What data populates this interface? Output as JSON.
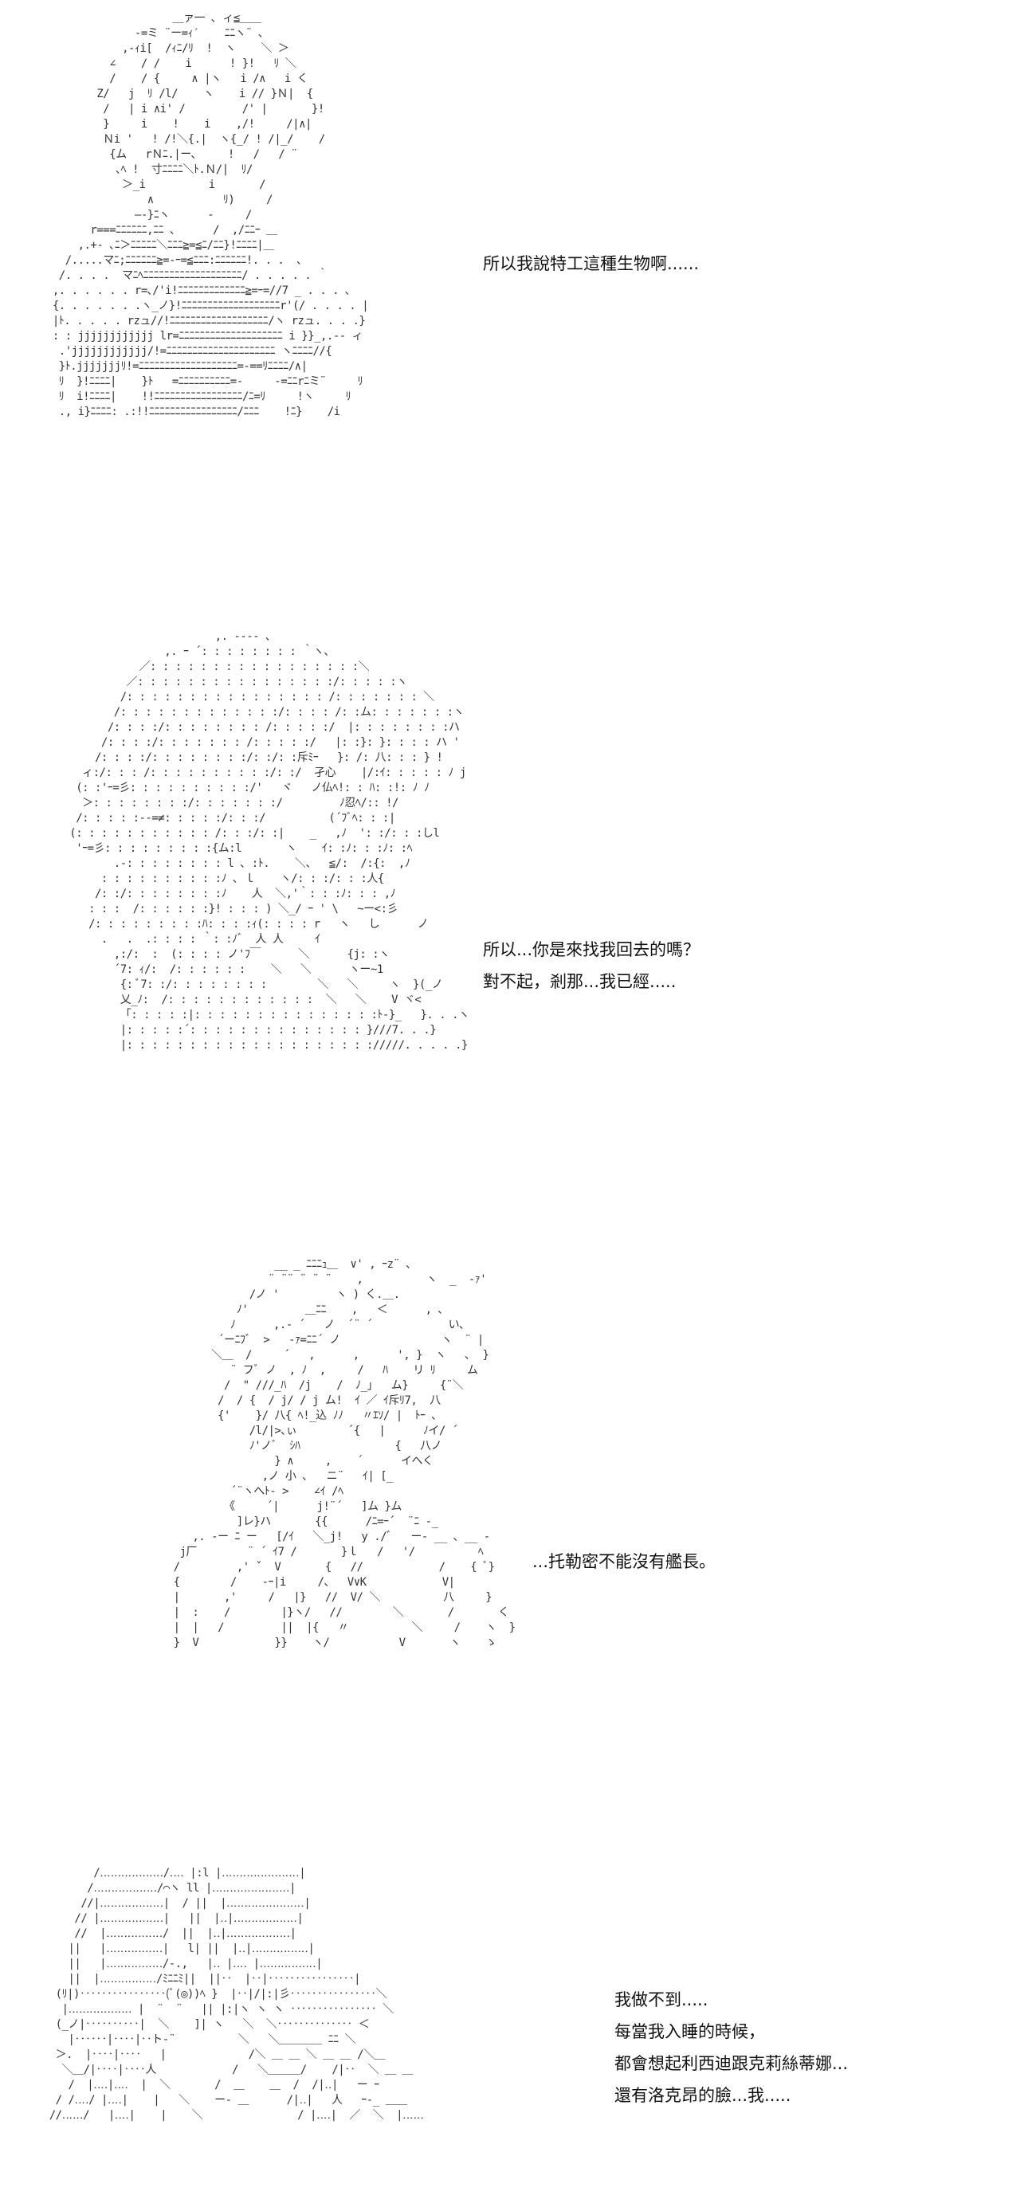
{
  "panels": [
    {
      "id": "panel-1",
      "lines": [
        "所以我說特工這種生物啊......"
      ],
      "art": "                     ＿ァ一 ､ ィ≦＿＿\n               -=ミ ¨ー=ｨ′    ﾆﾆヽ¨ ､\n             ,-ｨi[  /ｨﾆ/ﾘ  !  ヽ    ＼ ＞\n           ∠    / /    i      ! }!   ﾘ ＼\n           /    / {     ∧ |ヽ   i /∧   i く\n         Z/   j  ﾘ /l/    ヽ    i // }Ｎ|  {\n          /   | i ∧i' /         /' |       }!\n          }     i    !    i    ,/!     /|∧|\n          Ｎi '   ! /!＼{.|  ヽ{_/ ! /|_/    /\n           {ム   rＮﾆ.|ー､     !   /   / ¨\n            ､ﾍ !  寸ﾆﾆﾆﾆ＼ﾄ.Ｎ/|  ﾘ/\n             ＞_i          i       /\n                 ∧           ﾘ)     /\n               ―‐}ﾆヽ      -     /\n        r===ﾆﾆﾆﾆﾆﾆ,ﾆﾆ ､      /  ,/ﾆﾆｰ ＿\n      ,.+‐ ､ﾆ＞ﾆﾆﾆﾆﾆ＼ﾆﾆﾆ≧=≦ﾆ/ﾆﾆ}!ﾆﾆﾆﾆ|＿\n    /.....マﾆ;ﾆﾆﾆﾆﾆﾆ≧=-ｰ=≦ﾆﾆﾆ:ﾆﾆﾆﾆﾆﾆ!. . .  ､\n   /. . . .  マﾆﾍﾆﾆﾆﾆﾆﾆﾆﾆﾆﾆﾆﾆﾆﾆﾆﾆﾆﾆﾆ/ . . . . . ｀\n  ,. . . . . . r=､/'i!ﾆﾆﾆﾆﾆﾆﾆﾆﾆﾆﾆﾆﾆ≧=ｰ=//7 _ . . . ､\n  {. . . . . . .ヽ_ノ}!ﾆﾆﾆﾆﾆﾆﾆﾆﾆﾆﾆﾆﾆﾆﾆﾆﾆﾆﾆr'(/ . . . . |\n  |ﾄ. . . . . rzュ//!ﾆﾆﾆﾆﾆﾆﾆﾆﾆﾆﾆﾆﾆﾆﾆﾆﾆﾆﾆ/ヽ rzュ. . . .}\n  : : jjjjjjjjjjjj lr=ﾆﾆﾆﾆﾆﾆﾆﾆﾆﾆﾆﾆﾆﾆﾆﾆﾆﾆﾆﾆ i }}_,.-- ィ\n   .'jjjjjjjjjjjj/!=ﾆﾆﾆﾆﾆﾆﾆﾆﾆﾆﾆﾆﾆﾆﾆﾆﾆﾆﾆﾆﾆ ヽﾆﾆﾆﾆ//{\n   }ﾄ.jjjjjjjﾘ!=ﾆﾆﾆﾆﾆﾆﾆﾆﾆﾆﾆﾆﾆﾆﾆﾆﾆﾆﾆ=-==ﾘﾆﾆﾆﾆ/∧|\n   ﾘ  }!ﾆﾆﾆﾆ|    }ﾄ   =ﾆﾆﾆﾆﾆﾆﾆﾆﾆﾆ=-     -=ﾆﾆrﾆミ¨     ﾘ\n   ﾘ  i!ﾆﾆﾆﾆ|    !!ﾆﾆﾆﾆﾆﾆﾆﾆﾆﾆﾆﾆﾆﾆﾆﾆﾆ/ﾆ=ﾘ     !ヽ     ﾘ\n   ., i}ﾆﾆﾆﾆ: .:!!ﾆﾆﾆﾆﾆﾆﾆﾆﾆﾆﾆﾆﾆﾆﾆﾆﾆ/ﾆﾆﾆ    !ﾆ}    /i"
    },
    {
      "id": "panel-2",
      "lines": [
        "所以...你是來找我回去的嗎？",
        "對不起，剎那...我已經....."
      ],
      "art": "                                 ,. -‐-‐ ､\n                         ,. ｰ ´: : : : : : : : ｀ヽ、\n                     ／: : : : : : : : : : : : : : : : :＼\n                   ／: : : : : : : : : : : : : : : :/: : : : :ヽ\n                  /: : : : : : : : : : : : : : : : /: : : : : : : ＼\n                 /: : : : : : : : : : : : :/: : : : /: :ム: : : : : : :ヽ\n                /: : : :/: : : : : : : : /: : : : :/  |: : : : : : : :ハ\n               /: : : :/: : : : : : : /: : : : :/   |: :}: }: : : : ハ '\n              /: : : :/: : : : : : : :/: :/: :斥ﾐｰ   }: /: 八: : : } !\n            ィ:/: : : /: : : : : : : : : :/: :/  孑心    |/:ｲ: : : : : ﾉ j\n           (: :'ｰ=彡: : : : : : : : : :/'   ヾ   ノ仏ﾍ!: : ﾊ: :!: ﾉ ﾉ\n            ＞: : : : : : : :/: : : : : : :/         ﾉ忍ﾍ/:: !/\n           /: : : : :-‐=≠: : : : :/: : :/          (´ﾌﾞﾍ: : :|\n          (: : : : : : : : : : : /: : :/: :|    _   ,ﾉ  ': :/: : :しl\n           'ｰ=彡: : : : : : : : :{ム:l       ヽ    ｲ: :ﾉ: : :ﾉ: :ﾍ\n                 .-: : : : : : : : l ､ :ﾄ.    ＼、  ≦/:  /:{:  ,ﾉ\n               : : : : : : : : : :ﾉ ､ ｌ    ヽ/: : :/: : :人{\n              /: :/: : : : : : : :ﾉ    人  ＼,'｀: : :ﾉ: : : ,ﾉ\n             : : :  /: : : : : :}! : : : ) ＼_/ ｰ ' \\   ~ー<:彡\n             /: : : : : : : : :ﾊ: : : :ｨ(: : : : r   ヽ   し      ノ\n               .   .  .: : : : ｀: :ﾉﾞ  人 人     ｲ\n                 ,:/:  :  (: : : : ノ'ﾌ￣      ＼      {j: :ヽ\n                 ´7: ｨ/:  /: : : : : :    ＼   ＼      ヽー~1\n                  {: ﾞ7: :/: : : : : : : :        ＼   ＼     ヽ  }(_ノ\n                  乂_ﾉ:  /: : : : : : : : : : : :  ＼   ＼    V ヾ<\n                  「: : : : :|: : : : : : : : : : : : : : :ﾄ-}_   }. . .ヽ\n                  |: : : : :´: : : : : : : : : : : : : : }///7. . .}\n                  |: : : : : : : : : : : : : : : : : : : ://///. . . . .}"
    },
    {
      "id": "panel-3",
      "lines": [
        "...托勒密不能沒有艦長。"
      ],
      "art": "                      __ _ ﾆﾆﾆｭ＿  ∨' , ｰz¨ ､\n                     ¨ ¨¨ ¨ ¨ ¨    ,          ヽ  _  -ｧ'\n                  /ノ '         ヽ ) く.＿.\n                ﾉ'         ＿ﾆﾆ    ,   ＜      , ､\n               ﾉ      ,.- ´   ノ  ´¨ ´            い､\n             ´ーﾆﾌﾞ  >   -ｧ=ﾆﾆ´ ノ                ヽ  ¨ |\n            ＼＿  /     ´   ,      ,      ', }  ヽ   ､  }\n               ¨ フﾞ ノ  , ﾉ  ,     /   ﾊ    リ ﾘ     ム\n              /  \" ///_ﾊ  /j    /  ﾉ_｣   ム}     {¨＼\n             /  / {  / j/ / j ム!  ｲ ／ ｲ斥ﾘ7,  八\n             {'    }/ 八{ ﾍ!_込 ﾉﾉ   〃ｴｿ/ |  ﾄｰ ､\n                  /l/|>､ぃ        ´{   |      ﾉイ/ ´\n                  ﾉ'ノﾞ  ｼﾊ               {   八ノ\n                      } ∧     ,    ´      イへく\n                    ,ノ 小 ､   ニ¨   ｲ| [_\n               ´¨ヽへﾄ- >    ∠ｲ /ﾍ\n              《     ´|      j!¨´   ]ム }ム\n                ]レ}ハ       {{      /ﾆ=ｰ´  ¨ﾆ -_\n         ,. -ー ﾆ ー   [/ｲ   ＼_j!   y ./ﾞ   ー‐ __ ､ __ -\n       j厂        ¨ ´ ｲ7 /       }ｌ   /   '/          ﾍ\n      /         ,' ˇ  V       {   //            /    { ﾞ}\n      {        /    -ｰ|i     /、  V∨K            V|\n      |       ,'     /   |}   //  V/ ＼          八     }\n      |  :    /        |}ヽ/   //        ＼       /       く\n      |  |   /         ||  |{   〃          ＼     /    ヽ  }\n      }  V            }}    ヽ/           V       ヽ    ゝ"
    },
    {
      "id": "panel-4",
      "lines": [
        "我做不到.....",
        "每當我入睡的時候，",
        "都會想起利西迪跟克莉絲蒂娜...",
        "還有洛克昂的臉...我....."
      ],
      "art": "           /‥‥‥‥‥‥‥‥‥/‥‥ |:l |‥‥‥‥‥‥‥‥‥‥‥|\n          /‥‥‥‥‥‥‥‥‥/⌒ヽ ll |‥‥‥‥‥‥‥‥‥‥‥|\n         //|‥‥‥‥‥‥‥‥‥|  / ||  |‥‥‥‥‥‥‥‥‥‥‥|\n        // |‥‥‥‥‥‥‥‥‥|   ||  |‥|‥‥‥‥‥‥‥‥‥|\n        //  |‥‥‥‥‥‥‥‥/  ||  |‥|‥‥‥‥‥‥‥‥‥|\n       ||   |‥‥‥‥‥‥‥‥|   l| ||  |‥|‥‥‥‥‥‥‥‥|\n       ||   |‥‥‥‥‥‥‥‥/-.,   |‥ |‥‥ |‥‥‥‥‥‥‥‥|\n       ||  |‥‥‥‥‥‥‥‥/ﾐﾆﾆﾐ||  ||‥  |‥|‥‥‥‥‥‥‥‥|\n     (ﾘ|)‥‥‥‥‥‥‥‥(ﾞ(◎))ﾍ }  |‥|/|:|彡‥‥‥‥‥‥‥‥＼\n      |‥‥‥‥‥‥‥‥‥ |  ¨  ¨   || |:|ヽ ヽ ヽ ‥‥‥‥‥‥‥‥ ＼\n     (_ノ|‥‥‥‥‥|  ＼    ]| ヽ   ＼  ＼‥‥‥‥‥‥‥ ＜\n       |‥‥‥|‥‥|‥ト‐¨          ＼   ＼＿＿＿＿ ﾆﾆ ＼\n     ＞.  |‥‥|‥‥   |             /＼ ＿ ＿ ＼ ＿ ＿ /＼＿\n      ＼＿/|‥‥|‥‥人            /   ＼＿＿＿/    /|‥  ＼ ＿ ＿\n       /  |‥‥|‥‥  |  ＼       /  ＿    ＿  /  /|‥|   ー ｰ\n     / /‥‥/ |‥‥|    |   ＼    ー‐ ＿      /|‥|   人   ｰ‐_ ＿＿\n    //‥‥‥/   |‥‥|    |    ＼               / |‥‥|  ／  ＼  |‥‥‥"
    }
  ]
}
